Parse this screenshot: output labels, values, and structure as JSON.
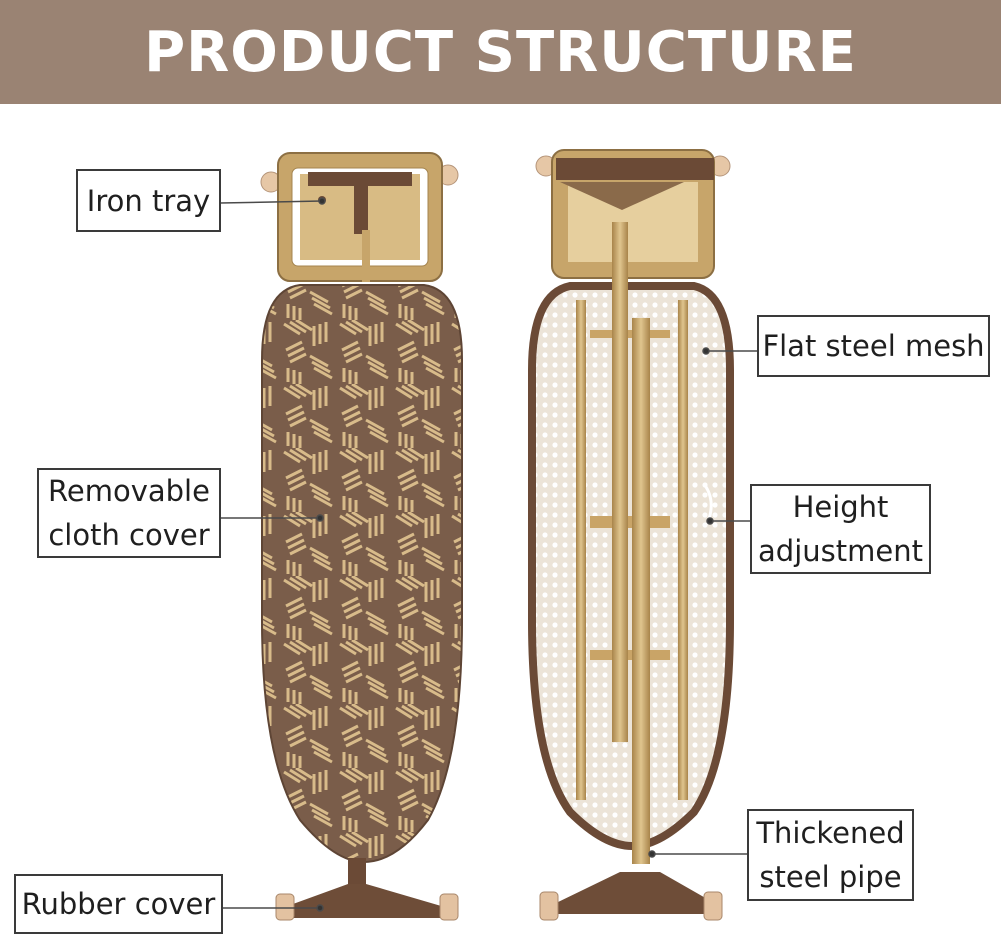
{
  "banner": {
    "title": "PRODUCT STRUCTURE"
  },
  "labels": {
    "iron_tray": "Iron tray",
    "removable_cover_line1": "Removable",
    "removable_cover_line2": "cloth cover",
    "rubber_cover": "Rubber cover",
    "flat_steel_mesh": "Flat steel mesh",
    "height_adjustment_line1": "Height",
    "height_adjustment_line2": "adjustment",
    "thickened_pipe_line1": "Thickened",
    "thickened_pipe_line2": "steel pipe"
  },
  "colors": {
    "banner": "#9a8373",
    "cover_brown": "#7a5d4a",
    "cover_pattern": "#d8bb8a",
    "frame_gold": "#c9a467",
    "tray_gold": "#c7a56a",
    "dark_brown": "#6b4a36",
    "mesh": "#ece4d8"
  }
}
